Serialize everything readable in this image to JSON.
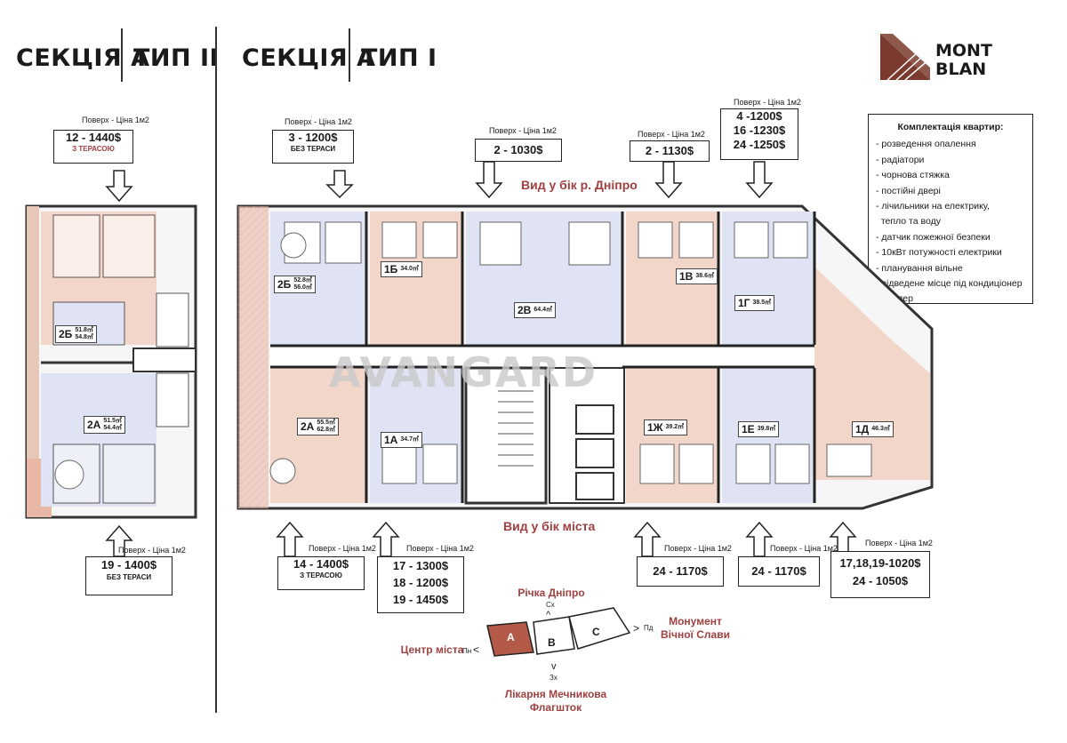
{
  "headers": {
    "left_section": "СЕКЦІЯ А",
    "left_type": "ТИП II",
    "right_section": "СЕКЦІЯ А",
    "right_type": "ТИП І"
  },
  "logo": {
    "line1": "MONT",
    "line2": "BLAN",
    "color": "#7a3b2e"
  },
  "watermark": "AVANGARD",
  "views": {
    "river_view": "Вид у бік р. Дніпро",
    "city_view": "Вид у бік міста"
  },
  "price_caption": "Поверх - Ціна 1м2",
  "price_boxes": [
    {
      "lines": [
        "12 - 1440$"
      ],
      "note": "З ТЕРАСОЮ"
    },
    {
      "lines": [
        "19 - 1400$"
      ],
      "note": "БЕЗ ТЕРАСИ"
    },
    {
      "lines": [
        "3 - 1200$"
      ],
      "note": "БЕЗ ТЕРАСИ"
    },
    {
      "lines": [
        "2 - 1030$"
      ],
      "note": ""
    },
    {
      "lines": [
        "2 - 1130$"
      ],
      "note": ""
    },
    {
      "lines": [
        "4 -1200$",
        "16 -1230$",
        "24 -1250$"
      ],
      "note": ""
    },
    {
      "lines": [
        "14 - 1400$"
      ],
      "note": "З ТЕРАСОЮ"
    },
    {
      "lines": [
        "17 - 1300$",
        "18 - 1200$",
        "19 - 1450$"
      ],
      "note": ""
    },
    {
      "lines": [
        "24 - 1170$"
      ],
      "note": ""
    },
    {
      "lines": [
        "24 - 1170$"
      ],
      "note": ""
    },
    {
      "lines": [
        "17,18,19-1020$",
        "24 - 1050$"
      ],
      "note": ""
    }
  ],
  "features": {
    "title": "Комплектація квартир:",
    "items": [
      "- розведення опалення",
      "- радіатори",
      "- чорнова стяжка",
      "- постійні двері",
      "- лічильники на електрику,",
      "  тепло та воду",
      "- датчик пожежної безпеки",
      "- 10кВт потужності електрики",
      "- планування вільне",
      "- відведене місце під кондиціонер",
      "- бойлер"
    ]
  },
  "apartments": [
    {
      "id": "2Б",
      "area1": "51.8㎡",
      "area2": "54.8㎡"
    },
    {
      "id": "2А",
      "area1": "51.5㎡",
      "area2": "54.4㎡"
    },
    {
      "id": "2Б",
      "area1": "52.8㎡",
      "area2": "56.0㎡"
    },
    {
      "id": "1Б",
      "area1": "34.0㎡",
      "area2": ""
    },
    {
      "id": "2В",
      "area1": "64.4㎡",
      "area2": ""
    },
    {
      "id": "1В",
      "area1": "38.6㎡",
      "area2": ""
    },
    {
      "id": "1Г",
      "area1": "38.5㎡",
      "area2": ""
    },
    {
      "id": "2А",
      "area1": "55.5㎡",
      "area2": "62.8㎡"
    },
    {
      "id": "1А",
      "area1": "34.7㎡",
      "area2": ""
    },
    {
      "id": "1Ж",
      "area1": "39.2㎡",
      "area2": ""
    },
    {
      "id": "1Е",
      "area1": "39.8㎡",
      "area2": ""
    },
    {
      "id": "1Д",
      "area1": "46.3㎡",
      "area2": ""
    }
  ],
  "map": {
    "river": "Річка Дніпро",
    "north": "Сх",
    "monument": "Монумент Вічної Слави",
    "east": "Пд",
    "center": "Центр міста",
    "west": "Пн",
    "south": "Зх",
    "hospital": "Лікарня Мечникова Флагшток",
    "sections": [
      "A",
      "B",
      "C"
    ]
  }
}
